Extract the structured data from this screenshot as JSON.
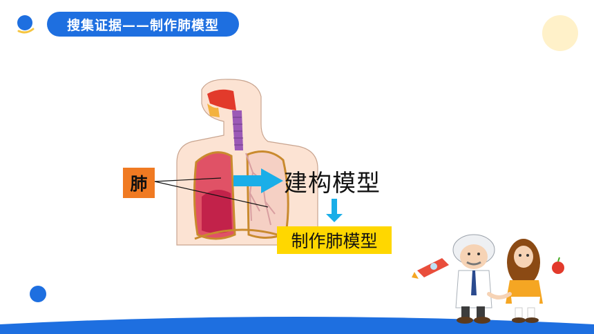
{
  "header": {
    "title": "搜集证据——制作肺模型"
  },
  "diagram": {
    "lung_label": "肺",
    "build_model_label": "建构模型",
    "make_model_label": "制作肺模型"
  },
  "colors": {
    "accent_blue": "#1E6FE0",
    "label_orange": "#F07A22",
    "label_yellow": "#FFD700",
    "arrow_blue": "#1AAEE8",
    "deco_yellow": "#FFF1C9"
  }
}
